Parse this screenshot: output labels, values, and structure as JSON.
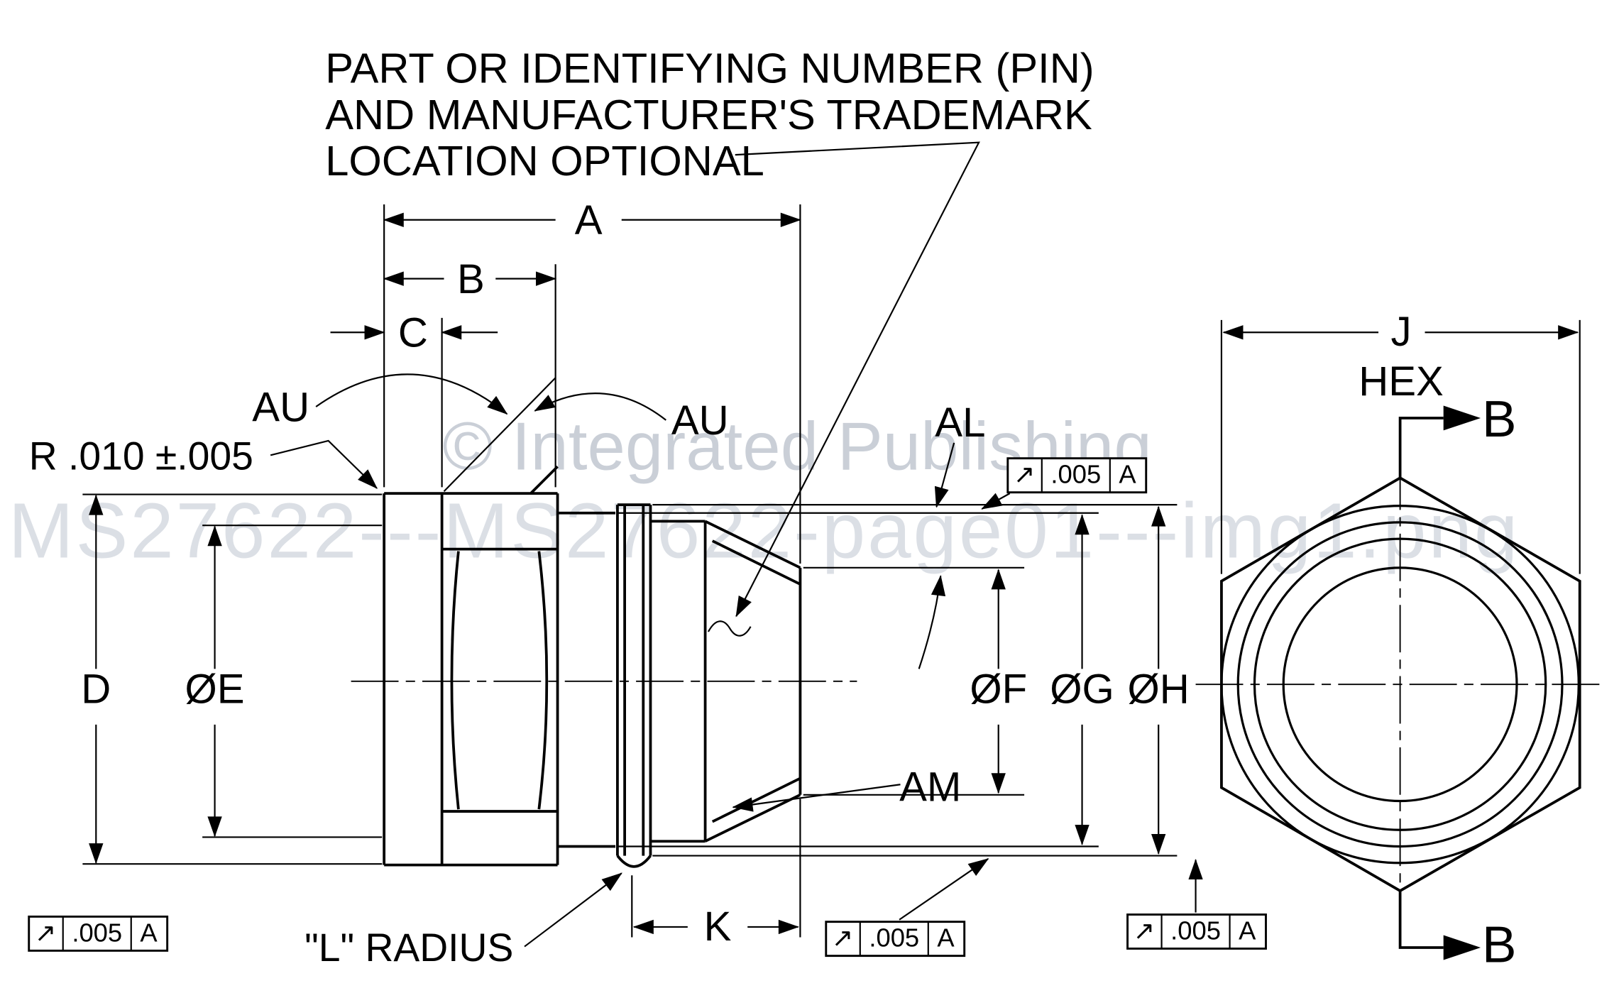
{
  "note": {
    "line1": "PART OR IDENTIFYING NUMBER (PIN)",
    "line2": "AND MANUFACTURER'S TRADEMARK",
    "line3": "LOCATION OPTIONAL"
  },
  "labels": {
    "dim_a": "A",
    "dim_b": "B",
    "dim_c": "C",
    "dim_au_left": "AU",
    "dim_au_right": "AU",
    "dim_al": "AL",
    "dim_am": "AM",
    "radius_callout": "R .010 ±.005",
    "dim_d": "D",
    "dim_e": "ØE",
    "dim_f": "ØF",
    "dim_g": "ØG",
    "dim_h": "ØH",
    "dim_k": "K",
    "l_radius_callout": "\"L\" RADIUS",
    "dim_j": "J",
    "hex_label": "HEX",
    "section_b_top": "B",
    "section_b_bottom": "B"
  },
  "feature_control_frame": {
    "symbol": "↗",
    "tolerance": ".005",
    "datum": "A"
  },
  "watermark": {
    "line1": "© Integrated Publishing",
    "line2": "MS27622---MS27622-page01---img1.png"
  },
  "colors": {
    "line": "#000000",
    "background": "#ffffff",
    "watermark": "#b8c0cc"
  }
}
